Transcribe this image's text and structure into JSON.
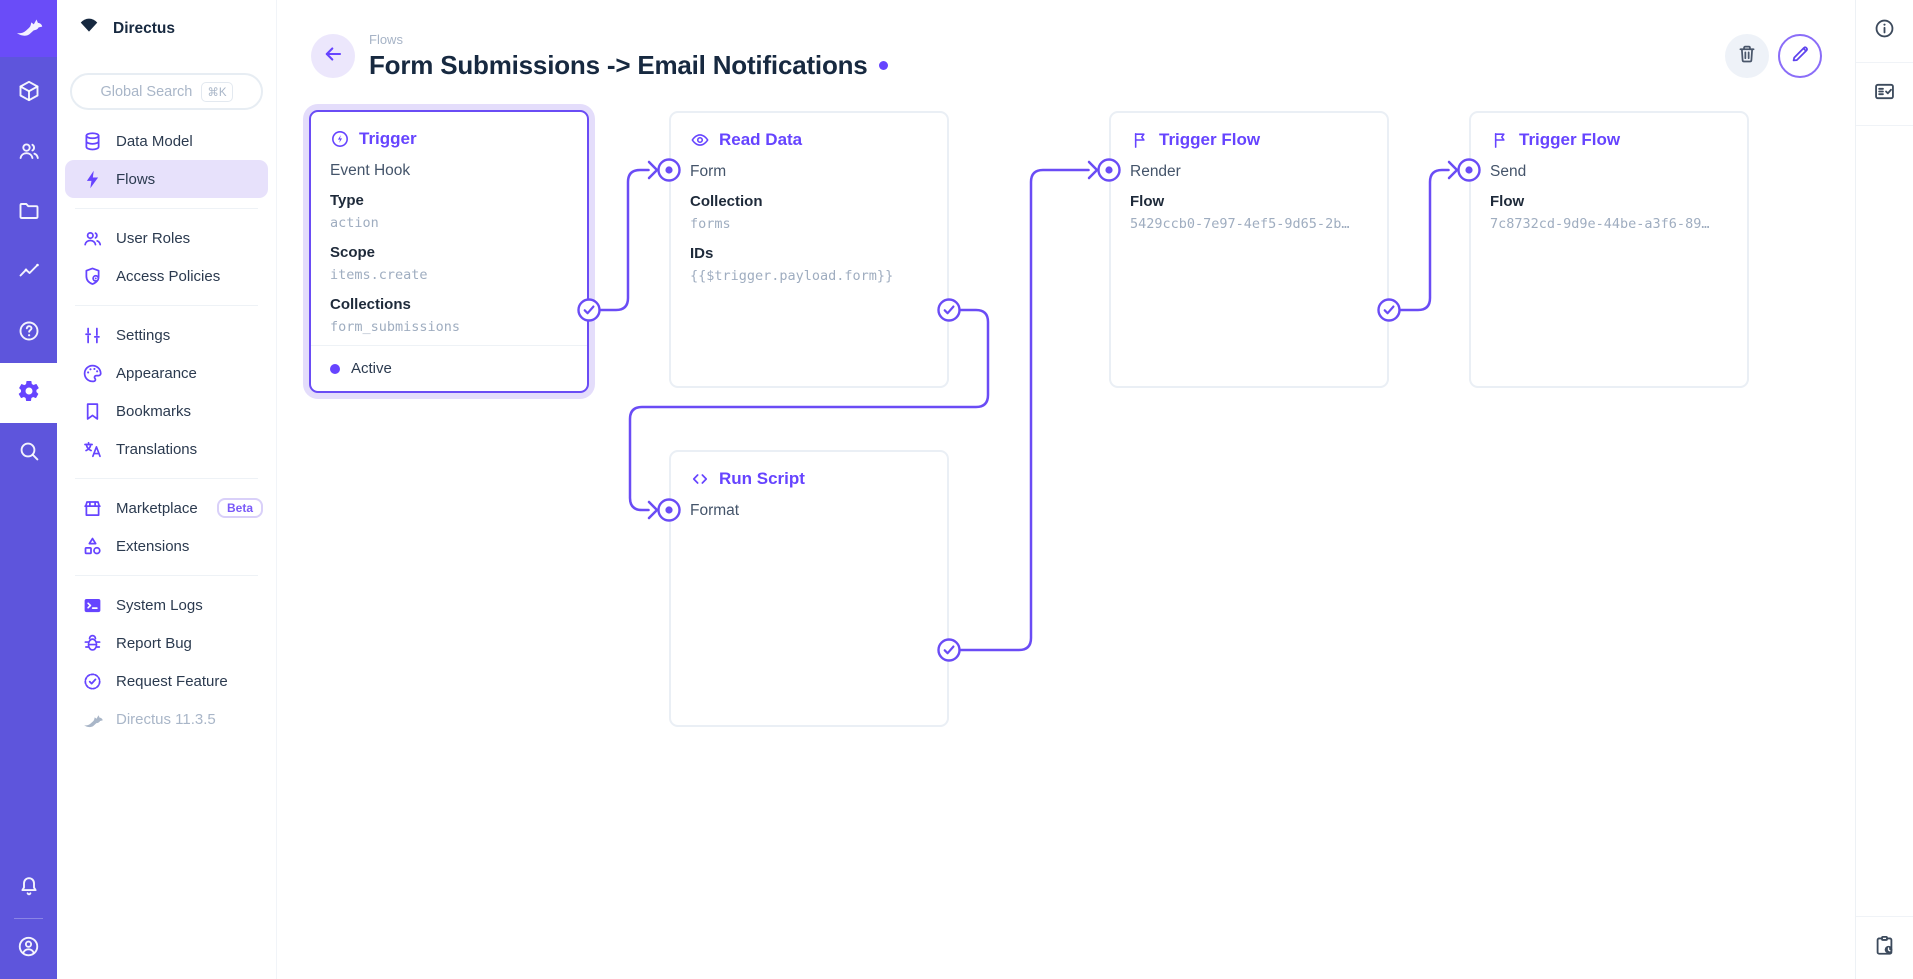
{
  "app": {
    "project_name": "Directus"
  },
  "sidebar": {
    "search": {
      "label": "Global Search",
      "shortcut": "⌘K"
    },
    "groups": [
      {
        "items": [
          {
            "label": "Data Model"
          },
          {
            "label": "Flows"
          }
        ]
      },
      {
        "items": [
          {
            "label": "User Roles"
          },
          {
            "label": "Access Policies"
          }
        ]
      },
      {
        "items": [
          {
            "label": "Settings"
          },
          {
            "label": "Appearance"
          },
          {
            "label": "Bookmarks"
          },
          {
            "label": "Translations"
          }
        ]
      },
      {
        "items": [
          {
            "label": "Marketplace",
            "badge": "Beta"
          },
          {
            "label": "Extensions"
          }
        ]
      },
      {
        "items": [
          {
            "label": "System Logs"
          },
          {
            "label": "Report Bug"
          },
          {
            "label": "Request Feature"
          }
        ]
      }
    ],
    "active_item": "Flows",
    "version": "Directus 11.3.5"
  },
  "header": {
    "breadcrumb": "Flows",
    "title": "Form Submissions -> Email Notifications"
  },
  "flow": {
    "panels": [
      {
        "header": "Trigger",
        "icon": "bolt-circle-icon",
        "name": "Event Hook",
        "fields": [
          {
            "label": "Type",
            "value": "action"
          },
          {
            "label": "Scope",
            "value": "items.create"
          },
          {
            "label": "Collections",
            "value": "form_submissions"
          }
        ],
        "status": "Active"
      },
      {
        "header": "Read Data",
        "icon": "eye-icon",
        "name": "Form",
        "fields": [
          {
            "label": "Collection",
            "value": "forms"
          },
          {
            "label": "IDs",
            "value": "{{$trigger.payload.form}}"
          }
        ]
      },
      {
        "header": "Trigger Flow",
        "icon": "flag-icon",
        "name": "Render",
        "fields": [
          {
            "label": "Flow",
            "value": "5429ccb0-7e97-4ef5-9d65-2b…"
          }
        ]
      },
      {
        "header": "Trigger Flow",
        "icon": "flag-icon",
        "name": "Send",
        "fields": [
          {
            "label": "Flow",
            "value": "7c8732cd-9d9e-44be-a3f6-89…"
          }
        ]
      },
      {
        "header": "Run Script",
        "icon": "code-icon",
        "name": "Format",
        "fields": []
      }
    ]
  },
  "colors": {
    "accent": "#6644FF",
    "module_bar": "#5E55DC",
    "logo_tile": "#6A4CF8",
    "active_pill": "#E7E1FB",
    "selected_halo": "#E4DDFB",
    "connector_line": "#6A4CF5",
    "mono_text": "#9FADC0"
  }
}
